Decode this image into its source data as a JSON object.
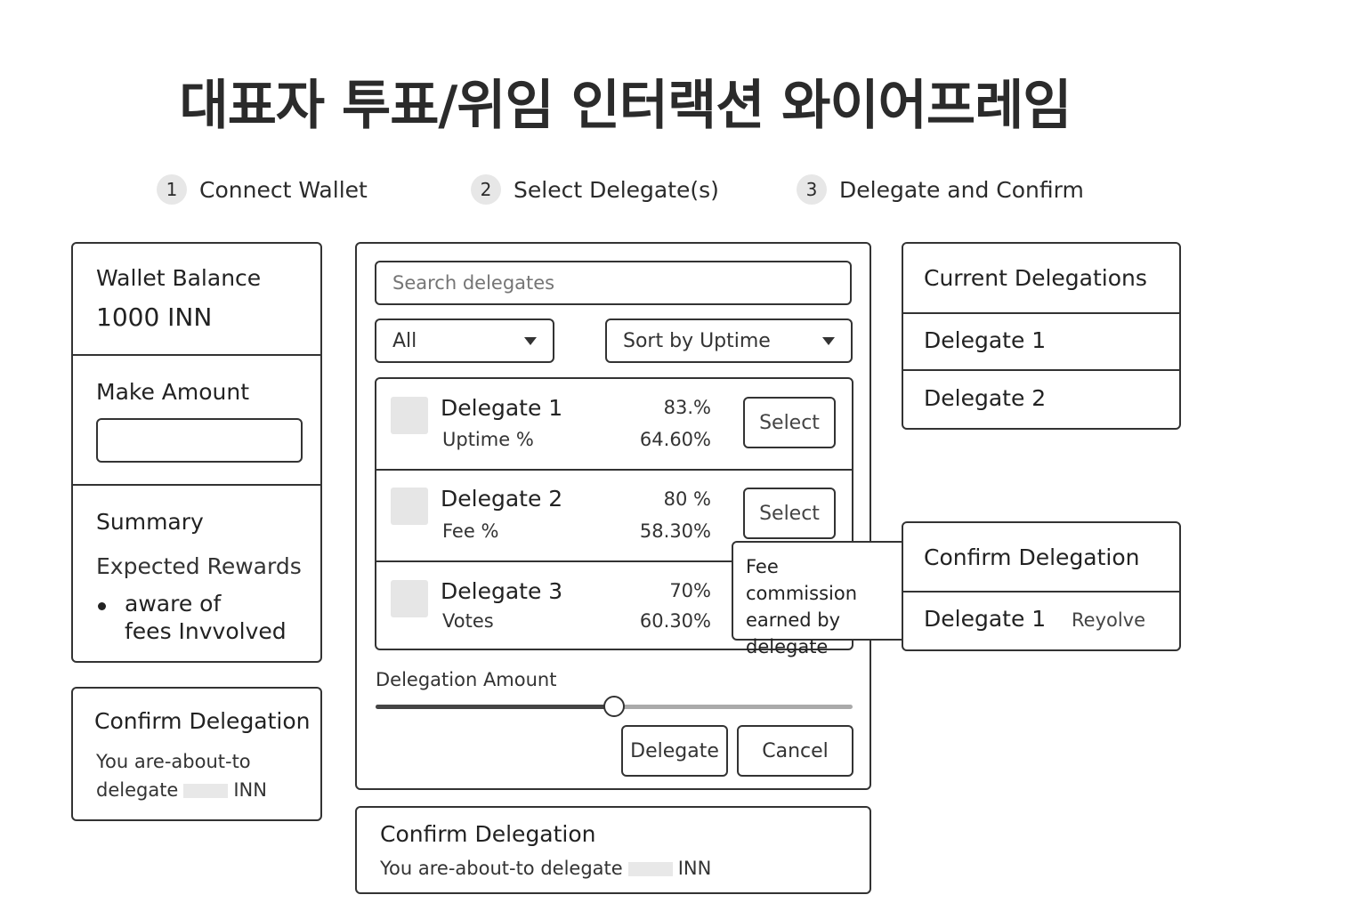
{
  "page": {
    "title": "대표자 투표/위임 인터랙션 와이어프레임"
  },
  "steps": [
    {
      "num": "1",
      "label": "Connect Wallet"
    },
    {
      "num": "2",
      "label": "Select Delegate(s)"
    },
    {
      "num": "3",
      "label": "Delegate and Confirm"
    }
  ],
  "wallet": {
    "balance_label": "Wallet Balance",
    "balance_value": "1000 INN",
    "make_amount_label": "Make Amount",
    "summary_title": "Summary",
    "expected_rewards": "Expected Rewards",
    "bullet_line1": "aware of",
    "bullet_line2": "fees Invvolved"
  },
  "confirm_left": {
    "title": "Confirm Delegation",
    "line1": "You are-about-to",
    "line2_pre": "delegate",
    "unit": "INN"
  },
  "middle": {
    "search_placeholder": "Search delegates",
    "filter_selected": "All",
    "sort_selected": "Sort by Uptime",
    "delegates": [
      {
        "name": "Delegate 1",
        "metric": "Uptime %",
        "value1": "83.%",
        "value2": "64.60%",
        "button": "Select"
      },
      {
        "name": "Delegate 2",
        "metric": "Fee %",
        "value1": "80 %",
        "value2": "58.30%",
        "button": "Select"
      },
      {
        "name": "Delegate 3",
        "metric": "Votes",
        "value1": "70%",
        "value2": "60.30%"
      }
    ],
    "tooltip": {
      "line1": "Fee commission",
      "line2": "earned by",
      "line3": "delegate"
    },
    "amount_label": "Delegation Amount",
    "slider_value": 0.5,
    "delegate_btn": "Delegate",
    "cancel_btn": "Cancel"
  },
  "confirm_bottom": {
    "title": "Confirm Delegation",
    "line_pre": "You are-about-to delegate",
    "unit": "INN"
  },
  "current": {
    "title": "Current Delegations",
    "items": [
      "Delegate 1",
      "Delegate 2"
    ]
  },
  "confirm_right": {
    "title": "Confirm Delegation",
    "delegate": "Delegate 1",
    "action": "Reyolve"
  }
}
